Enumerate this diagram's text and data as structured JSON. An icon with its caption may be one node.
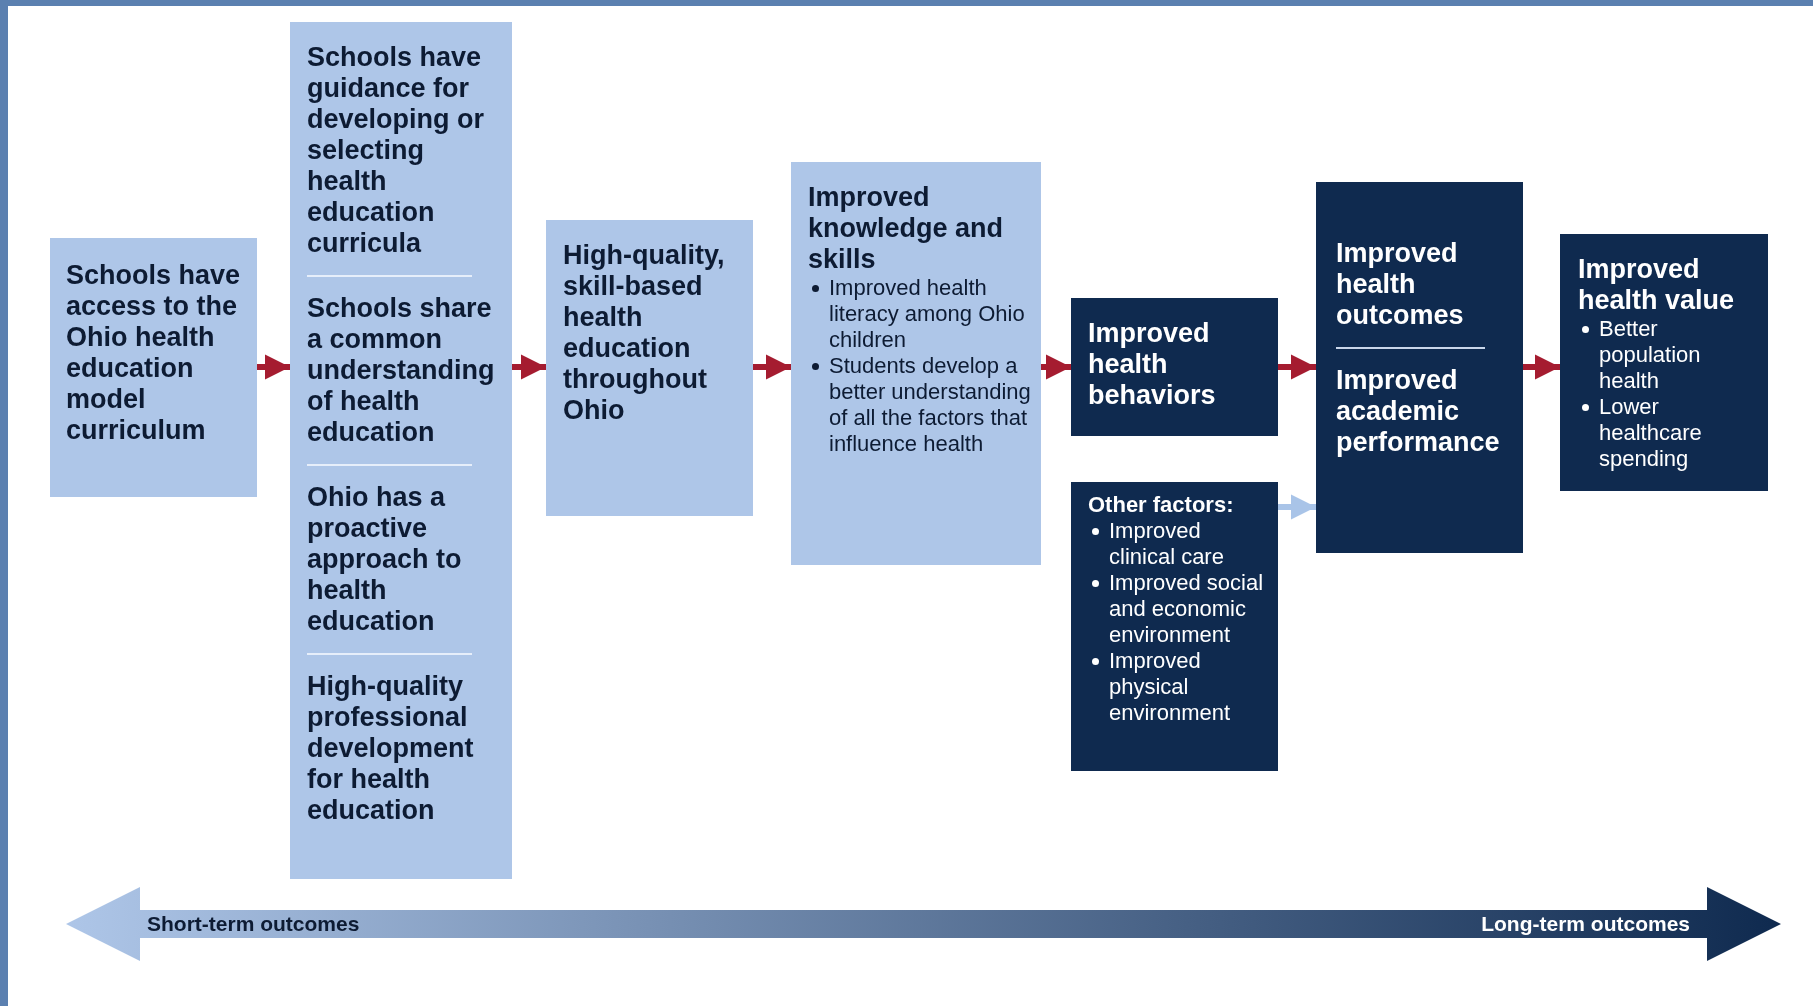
{
  "diagram": {
    "nodes": [
      {
        "text": [
          "Schools have access to the Ohio health education model curriculum"
        ]
      },
      {
        "text": [
          "Schools have guidance for developing or selecting health education curricula",
          "Schools share a common understanding of health education",
          "Ohio has a proactive approach to health education",
          "High-quality professional development for health education"
        ]
      },
      {
        "text": [
          "High-quality, skill-based health education throughout Ohio"
        ]
      },
      {
        "text": [
          "Improved knowledge and skills",
          "Improved health literacy among Ohio children",
          "Students develop a better understanding of all the factors that influence health"
        ]
      },
      {
        "text": [
          "Improved health behaviors"
        ]
      },
      {
        "text": [
          "Other factors:",
          "Improved clinical care",
          "Improved social and economic environment",
          "Improved physical environment"
        ]
      },
      {
        "text": [
          "Improved health outcomes",
          "Improved academic performance"
        ]
      },
      {
        "text": [
          "Improved health value",
          "Better population health",
          "Lower healthcare spending"
        ]
      }
    ],
    "edges": [
      {
        "from": 0,
        "to": 1,
        "arrow": "to"
      },
      {
        "from": 1,
        "to": 2,
        "arrow": "to"
      },
      {
        "from": 2,
        "to": 3,
        "arrow": "to"
      },
      {
        "from": 3,
        "to": 4,
        "arrow": "to"
      },
      {
        "from": 4,
        "to": 6,
        "arrow": "to"
      },
      {
        "from": 5,
        "to": 6,
        "arrow": "to",
        "color": "#a9c4e8"
      },
      {
        "from": 6,
        "to": 7,
        "arrow": "to"
      }
    ],
    "labels": [
      "Short-term outcomes",
      "Long-term outcomes"
    ]
  }
}
